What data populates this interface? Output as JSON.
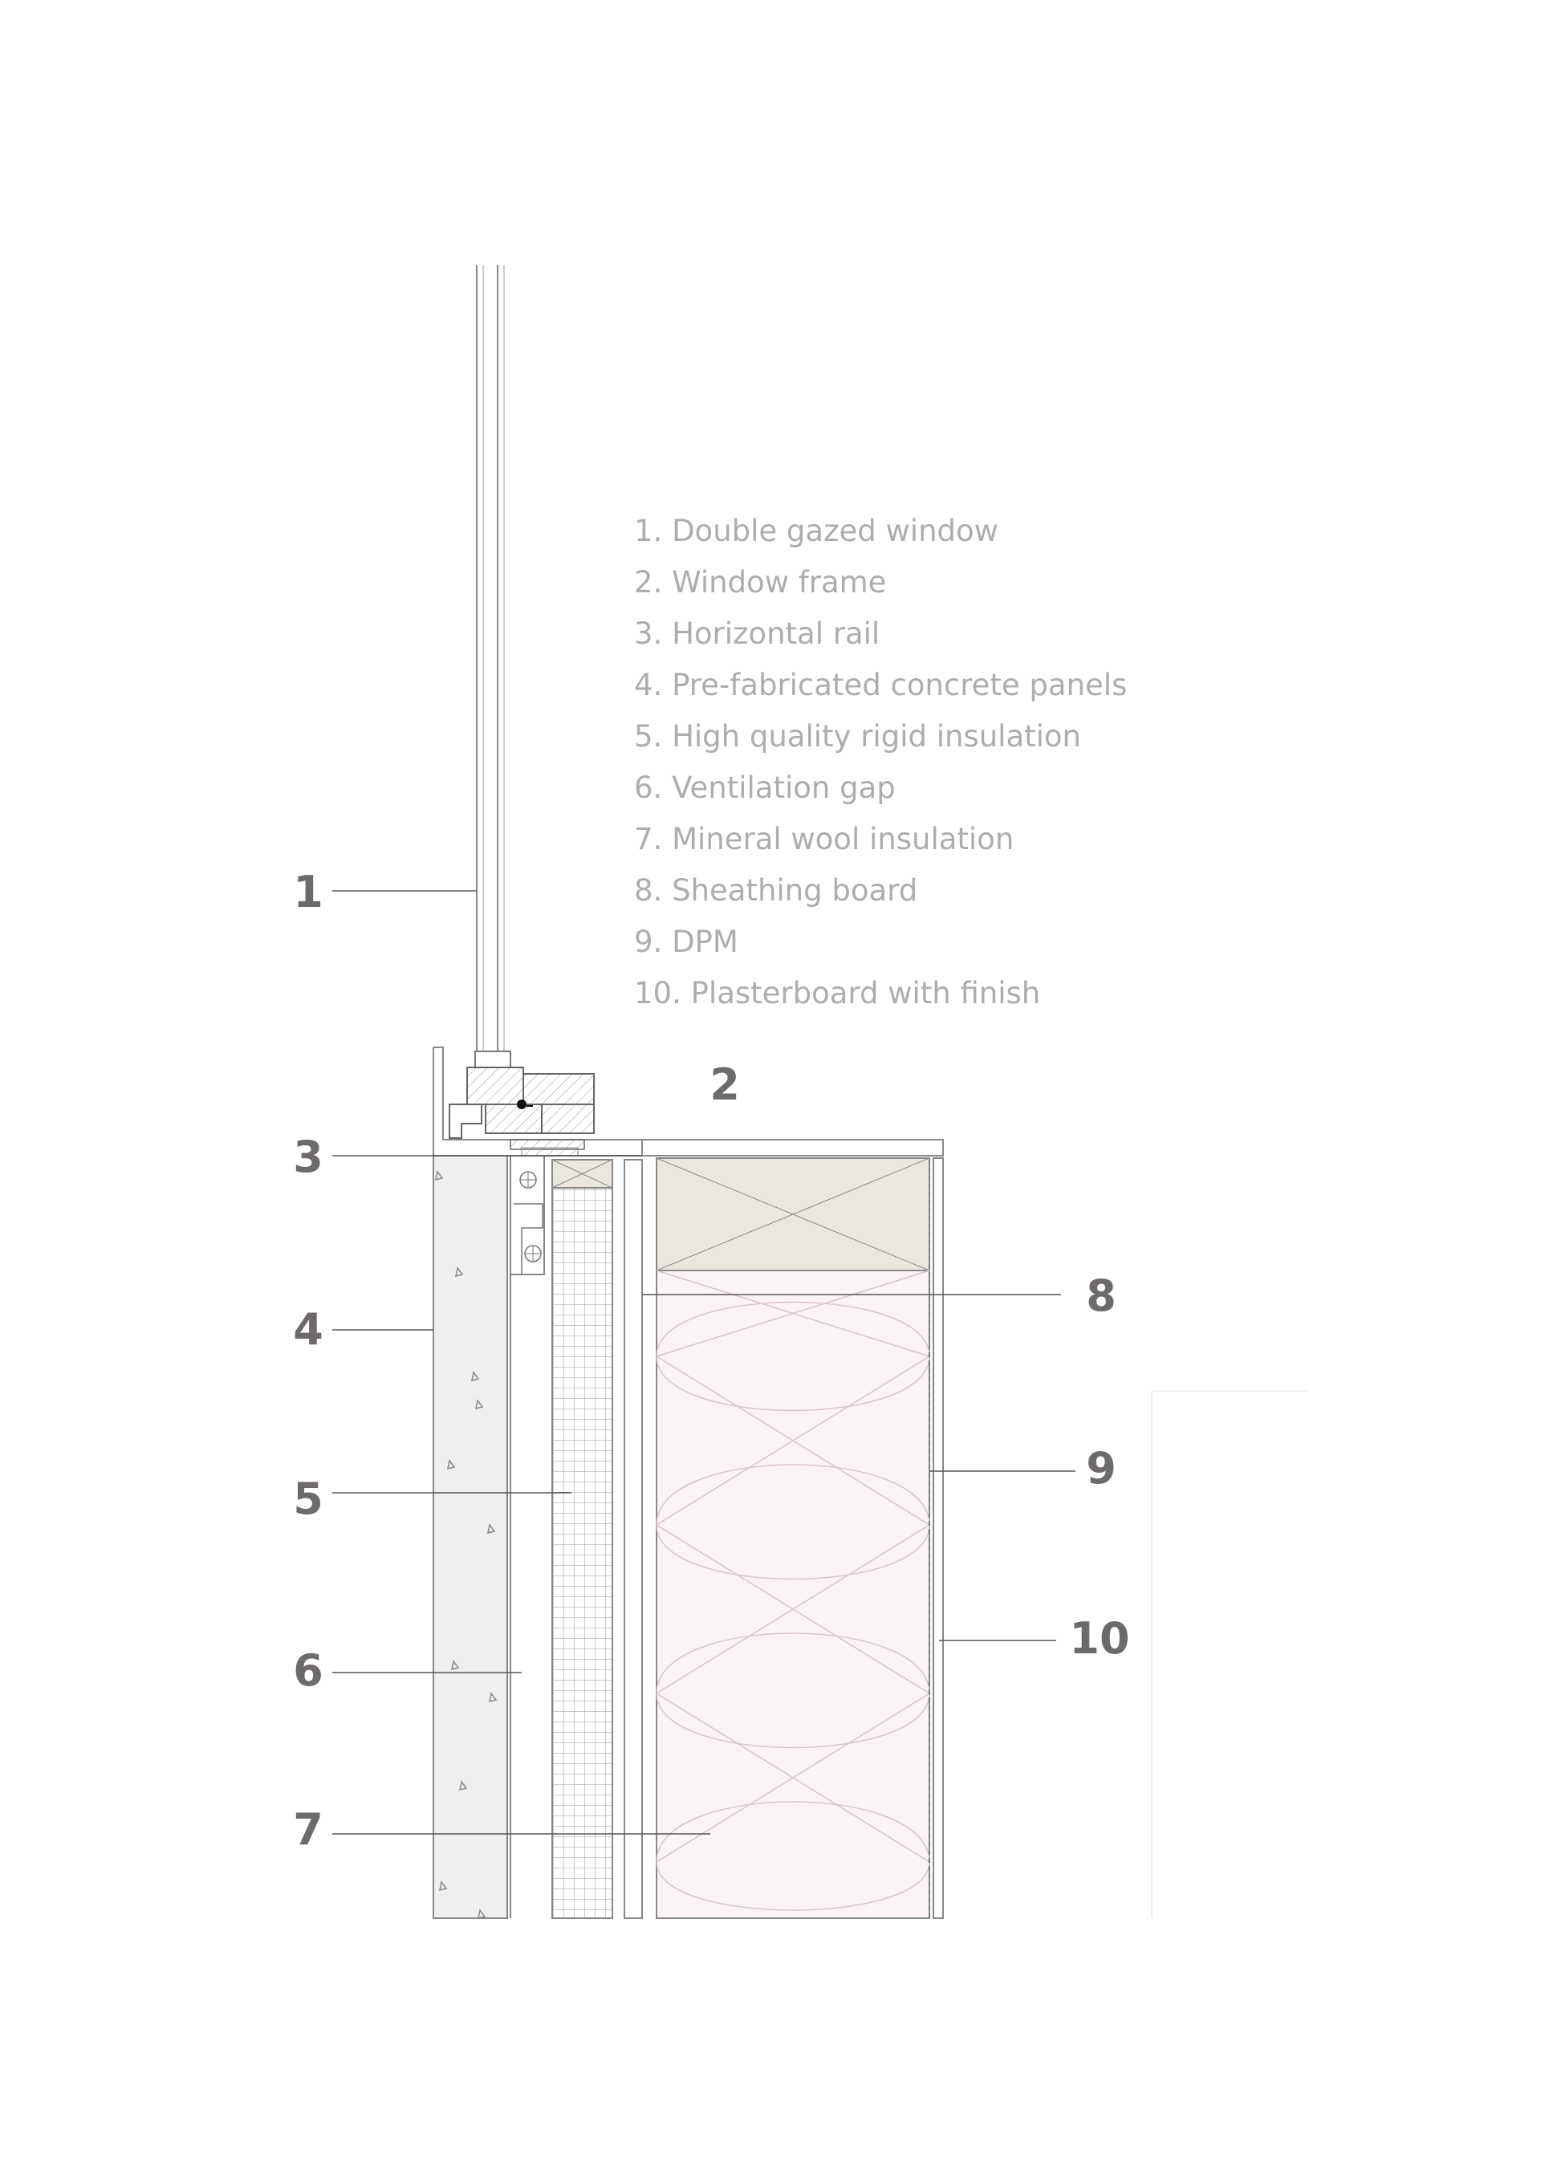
{
  "legend": [
    "1. Double gazed window",
    "2. Window frame",
    "3. Horizontal rail",
    "4. Pre-fabricated concrete panels",
    "5. High quality rigid insulation",
    "6. Ventilation gap",
    "7. Mineral wool insulation",
    "8. Sheathing board",
    "9. DPM",
    "10. Plasterboard with finish"
  ],
  "callouts": [
    "1",
    "2",
    "3",
    "4",
    "5",
    "6",
    "7",
    "8",
    "9",
    "10"
  ],
  "colors": {
    "line": "#8a8a8a",
    "leader": "#555555",
    "concrete": "#efefef",
    "timber": "#ebe6de",
    "wool": "#fbf4f6",
    "wool_line": "#d8c4cc",
    "legend_text": "#adadad",
    "callout_text": "#6e6a6b"
  },
  "icons": [
    "window-glazing-icon",
    "window-frame-icon",
    "timber-stud-icon",
    "bracket-icon"
  ]
}
